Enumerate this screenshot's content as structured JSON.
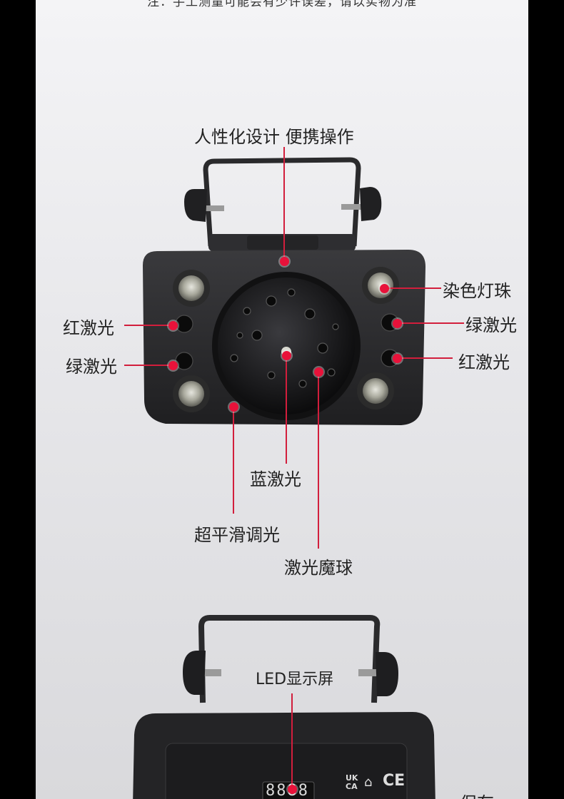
{
  "top_note": "注：手工测量可能会有少许误差，请以实物为准",
  "labels": {
    "design": "人性化设计 便携操作",
    "dye_beads": "染色灯珠",
    "red_laser_left": "红激光",
    "green_laser_left": "绿激光",
    "green_laser_right": "绿激光",
    "red_laser_right": "红激光",
    "blue_laser": "蓝激光",
    "dimming": "超平滑调光",
    "laser_ball": "激光魔球",
    "led_display": "LED显示屏",
    "partial_bottom": "保存"
  },
  "display_readout": "8888",
  "cert_marks": {
    "ukca_top": "UK",
    "ukca_bottom": "CA",
    "ce": "CE"
  },
  "colors": {
    "accent_red": "#d21e3c",
    "housing": "#2b2b2e"
  }
}
